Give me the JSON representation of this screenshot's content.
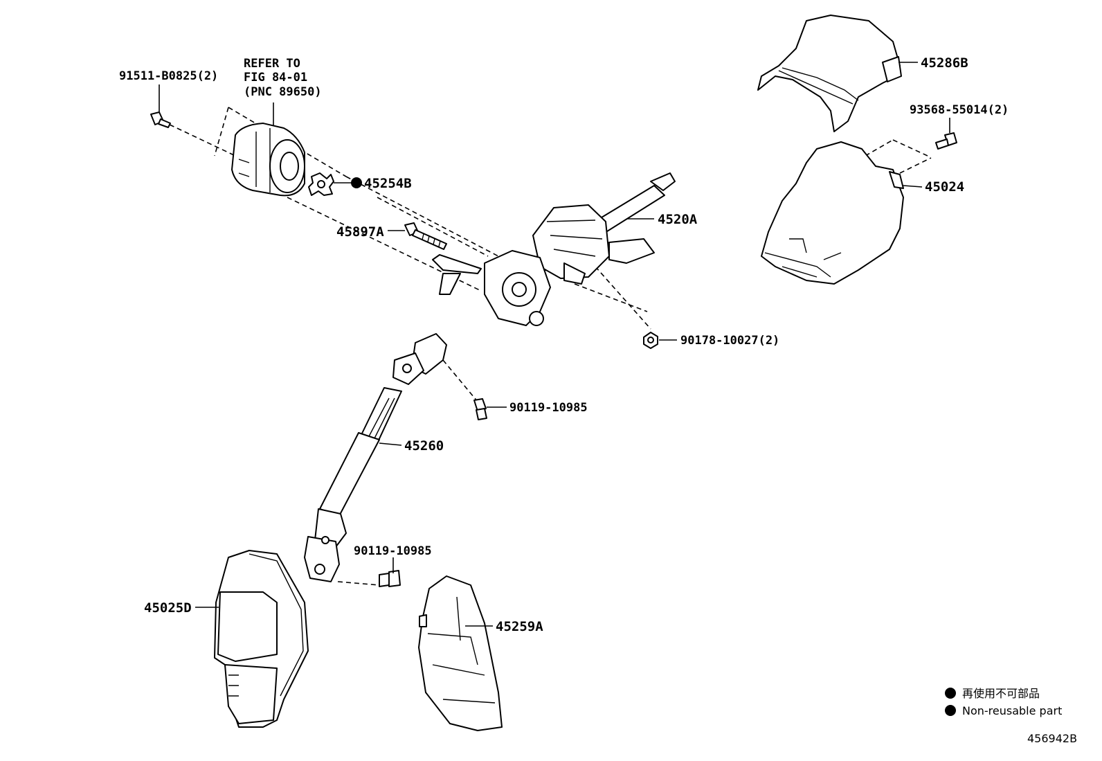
{
  "callouts": {
    "refer_line1": "REFER TO",
    "refer_line2": "FIG 84-01",
    "refer_line3": "(PNC 89650)",
    "p91511": "91511-B0825(2)",
    "p45254B": "45254B",
    "p45897A": "45897A",
    "p4520A": "4520A",
    "p90178": "90178-10027(2)",
    "p90119_top": "90119-10985",
    "p45260": "45260",
    "p90119_bottom": "90119-10985",
    "p45025D": "45025D",
    "p45259A": "45259A",
    "p45286B": "45286B",
    "p93568": "93568-55014(2)",
    "p45024": "45024"
  },
  "legend": {
    "jp": "再使用不可部品",
    "en": "Non-reusable part"
  },
  "figure_code": "456942B"
}
